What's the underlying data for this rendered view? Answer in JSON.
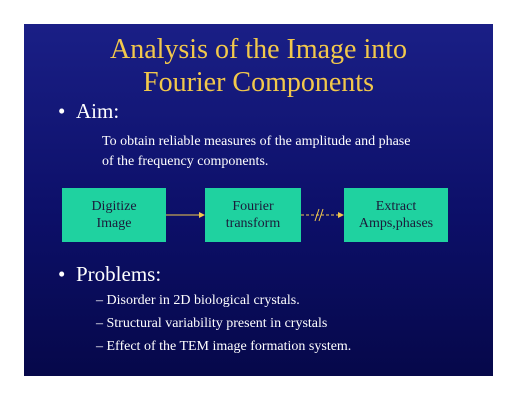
{
  "slide": {
    "title_line1": "Analysis of the Image into",
    "title_line2": "Fourier Components",
    "bullet_marker": "•",
    "dash_marker": "–",
    "aim": {
      "heading": "Aim:",
      "text_line1": "To obtain reliable measures of the amplitude and phase",
      "text_line2": "of the frequency components."
    },
    "flow": {
      "box1_line1": "Digitize",
      "box1_line2": "Image",
      "box2_line1": "Fourier",
      "box2_line2": "transform",
      "box3_line1": "Extract",
      "box3_line2": "Amps,phases"
    },
    "problems": {
      "heading": "Problems:",
      "items": [
        "Disorder in 2D biological crystals.",
        "Structural variability present in crystals",
        "Effect of the TEM image formation system."
      ]
    }
  },
  "colors": {
    "background": "#0c0f68",
    "title": "#f2c84b",
    "box_fill": "#1fd2a0",
    "arrow": "#f2c84b"
  }
}
